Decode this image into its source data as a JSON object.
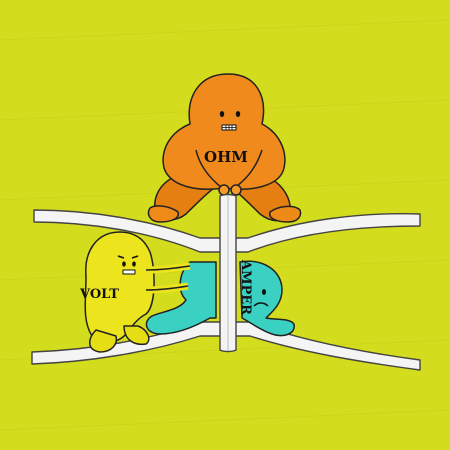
{
  "labels": {
    "ohm": "OHM",
    "volt": "VOLT",
    "amper": "AMPER"
  },
  "colors": {
    "background": "#d4dc1e",
    "ohm_character": "#f08a1c",
    "volt_character": "#ece51e",
    "amper_character": "#3ad0c2",
    "conductor": "#f4f4f4",
    "outline": "#222222"
  }
}
